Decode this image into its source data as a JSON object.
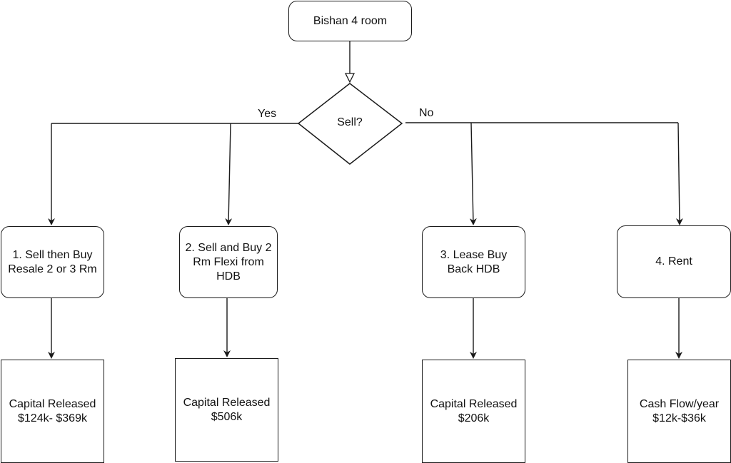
{
  "nodes": {
    "root": "Bishan 4 room",
    "decision": "Sell?",
    "option1": "1. Sell then Buy\nResale 2 or 3 Rm",
    "option2": "2. Sell and Buy 2\nRm Flexi from\nHDB",
    "option3": "3. Lease Buy\nBack HDB",
    "option4": "4. Rent",
    "result1": "Capital Released\n$124k- $369k",
    "result2": "Capital Released\n$506k",
    "result3": "Capital Released\n$206k",
    "result4": "Cash Flow/year\n$12k-$36k"
  },
  "edge_labels": {
    "yes": "Yes",
    "no": "No"
  },
  "colors": {
    "stroke": "#1a1a1a",
    "fill": "#ffffff",
    "text": "#111111"
  }
}
